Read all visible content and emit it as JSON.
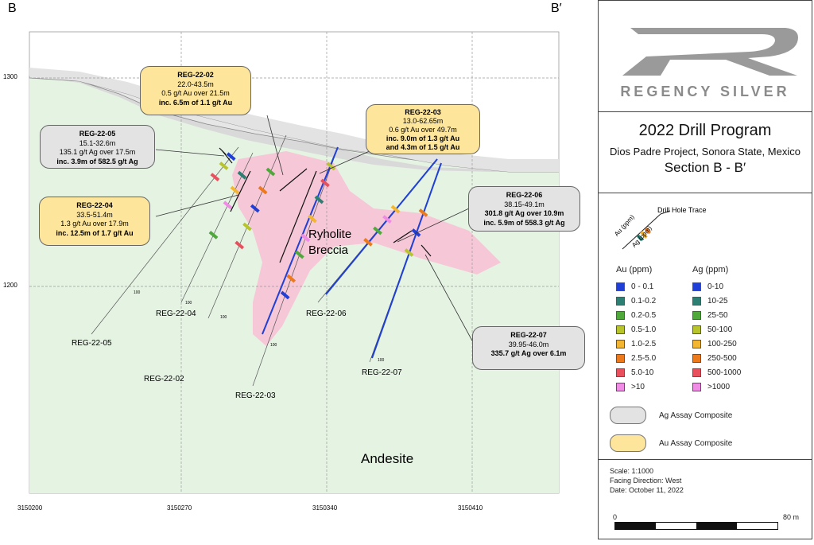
{
  "section_labels": {
    "left": "B",
    "right": "B′"
  },
  "elevation_ticks": [
    "1300",
    "1200"
  ],
  "easting_ticks": [
    "3150200",
    "3150270",
    "3150340",
    "3150410"
  ],
  "units": {
    "ryholite": "Ryholite",
    "breccia": "Breccia",
    "andesite": "Andesite"
  },
  "holes": [
    {
      "id": "REG-22-05",
      "depth_tick": "100"
    },
    {
      "id": "REG-22-04",
      "depth_tick": "100"
    },
    {
      "id": "REG-22-02",
      "depth_tick": "100"
    },
    {
      "id": "REG-22-03",
      "depth_tick": "100"
    },
    {
      "id": "REG-22-06",
      "depth_tick": "100"
    },
    {
      "id": "REG-22-07",
      "depth_tick": "100"
    }
  ],
  "callouts": [
    {
      "id": "REG-22-02",
      "type": "au",
      "lines": [
        "22.0-43.5m",
        "0.5 g/t Au over 21.5m",
        "inc. 6.5m of 1.1 g/t Au"
      ]
    },
    {
      "id": "REG-22-05",
      "type": "ag",
      "lines": [
        "15.1-32.6m",
        "135.1 g/t Ag over 17.5m",
        "inc. 3.9m of 582.5 g/t Ag"
      ]
    },
    {
      "id": "REG-22-03",
      "type": "au",
      "lines": [
        "13.0-62.65m",
        "0.6 g/t Au over 49.7m",
        "inc. 9.0m of 1.3 g/t Au",
        "and 4.3m of 1.5 g/t Au"
      ]
    },
    {
      "id": "REG-22-04",
      "type": "au",
      "lines": [
        "33.5-51.4m",
        "1.3 g/t Au over 17.9m",
        "inc. 12.5m of 1.7 g/t Au"
      ]
    },
    {
      "id": "REG-22-06",
      "type": "ag",
      "lines": [
        "38.15-49.1m",
        "301.8 g/t Ag over 10.9m",
        "inc. 5.9m of 558.3 g/t Ag"
      ]
    },
    {
      "id": "REG-22-07",
      "type": "ag",
      "lines": [
        "39.95-46.0m",
        "335.7 g/t Ag over 6.1m"
      ]
    }
  ],
  "panel": {
    "logo_text": "REGENCY SILVER",
    "title": "2022 Drill Program",
    "subtitle": "Dios Padre Project, Sonora State, Mexico",
    "section": "Section B - B′",
    "legend_trace_labels": {
      "trace": "Drill Hole Trace",
      "au": "Au (ppm)",
      "ag": "Ag (ppm)"
    },
    "au_header": "Au (ppm)",
    "ag_header": "Ag (ppm)",
    "au_bins": [
      "0 - 0.1",
      "0.1-0.2",
      "0.2-0.5",
      "0.5-1.0",
      "1.0-2.5",
      "2.5-5.0",
      "5.0-10",
      ">10"
    ],
    "ag_bins": [
      "0-10",
      "10-25",
      "25-50",
      "50-100",
      "100-250",
      "250-500",
      "500-1000",
      ">1000"
    ],
    "bin_colors": [
      "#1f3fd6",
      "#2e7f73",
      "#4fa83a",
      "#b8c42b",
      "#f2b632",
      "#ec7a1c",
      "#e8505e",
      "#f08ce6"
    ],
    "ag_composite_label": "Ag Assay Composite",
    "au_composite_label": "Au Assay Composite",
    "ag_composite_color": "#e3e3e3",
    "au_composite_color": "#fde59b",
    "scale": "Scale: 1:1000",
    "facing": "Facing Direction: West",
    "date": "Date: October 11, 2022",
    "scalebar_start": "0",
    "scalebar_end": "80 m"
  }
}
